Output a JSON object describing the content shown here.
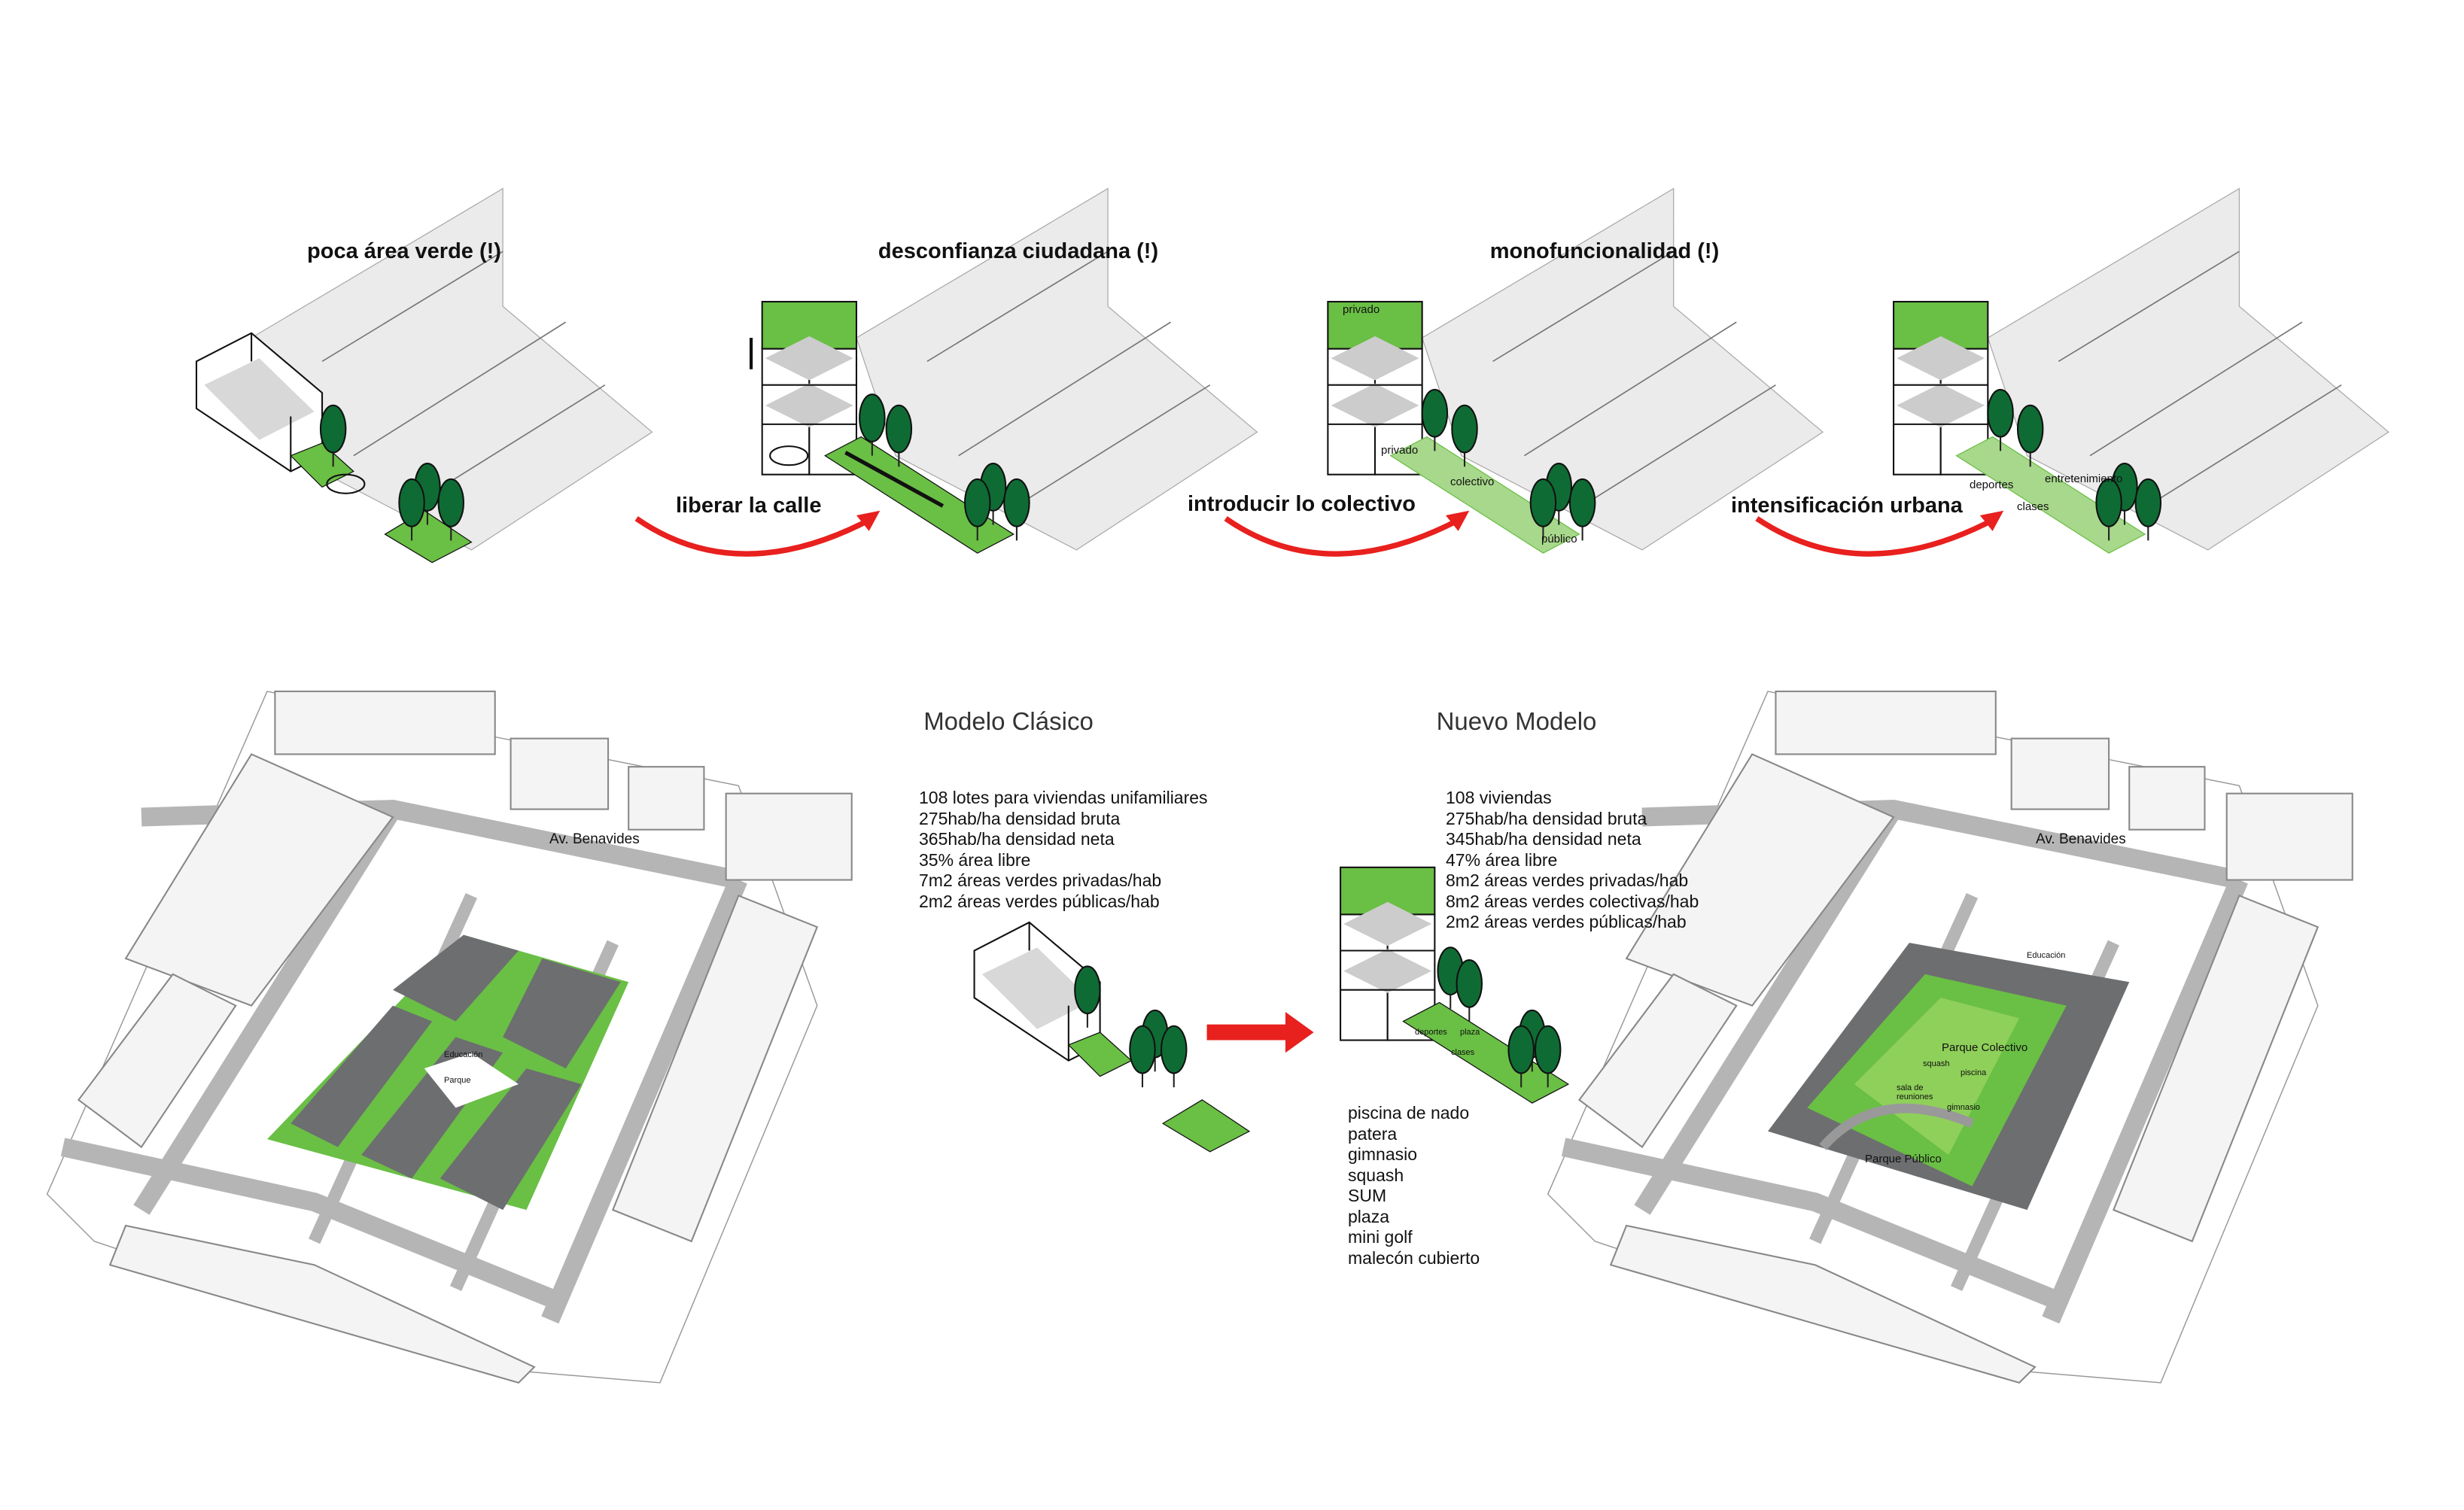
{
  "steps": {
    "problems": [
      "poca área verde (!)",
      "desconfianza ciudadana (!)",
      "monofuncionalidad (!)"
    ],
    "actions": [
      "liberar la calle",
      "introducir lo colectivo",
      "intensificación urbana"
    ]
  },
  "diagram_labels": {
    "privado_top": "privado",
    "privado_ground": "privado",
    "colectivo": "colectivo",
    "publico": "público",
    "deportes": "deportes",
    "entretenimiento": "entretenimiento",
    "clases": "clases"
  },
  "classic": {
    "title": "Modelo Clásico",
    "stats": [
      "108 lotes para viviendas unifamiliares",
      "275hab/ha densidad bruta",
      "365hab/ha densidad neta",
      "35% área libre",
      "7m2 áreas verdes privadas/hab",
      "2m2 áreas verdes públicas/hab"
    ],
    "map": {
      "street": "Av. Benavides",
      "education": "Educación",
      "park": "Parque"
    }
  },
  "new": {
    "title": "Nuevo Modelo",
    "stats": [
      "108 viviendas",
      "275hab/ha densidad bruta",
      "345hab/ha densidad neta",
      "47% área libre",
      "8m2 áreas verdes privadas/hab",
      "8m2 áreas verdes colectivas/hab",
      "2m2 áreas verdes públicas/hab"
    ],
    "small_diagram": {
      "deportes": "deportes",
      "plaza": "plaza",
      "clases": "clases"
    },
    "amenities": [
      "piscina de nado",
      "patera",
      "gimnasio",
      "squash",
      "SUM",
      "plaza",
      "mini golf",
      "malecón cubierto"
    ],
    "map": {
      "street": "Av. Benavides",
      "education": "Educación",
      "collective_park": "Parque Colectivo",
      "public_park": "Parque Público",
      "squash": "squash",
      "pool": "piscina",
      "meeting_room": "sala de reuniones",
      "gym": "gimnasio"
    }
  },
  "colors": {
    "green": "#6abf45",
    "light_green": "#a8d88c",
    "tree": "#0f6b34",
    "arrow": "#e8201e",
    "slab": "#ebebec",
    "road": "#b5b5b5",
    "building_dark": "#6d6e70"
  }
}
